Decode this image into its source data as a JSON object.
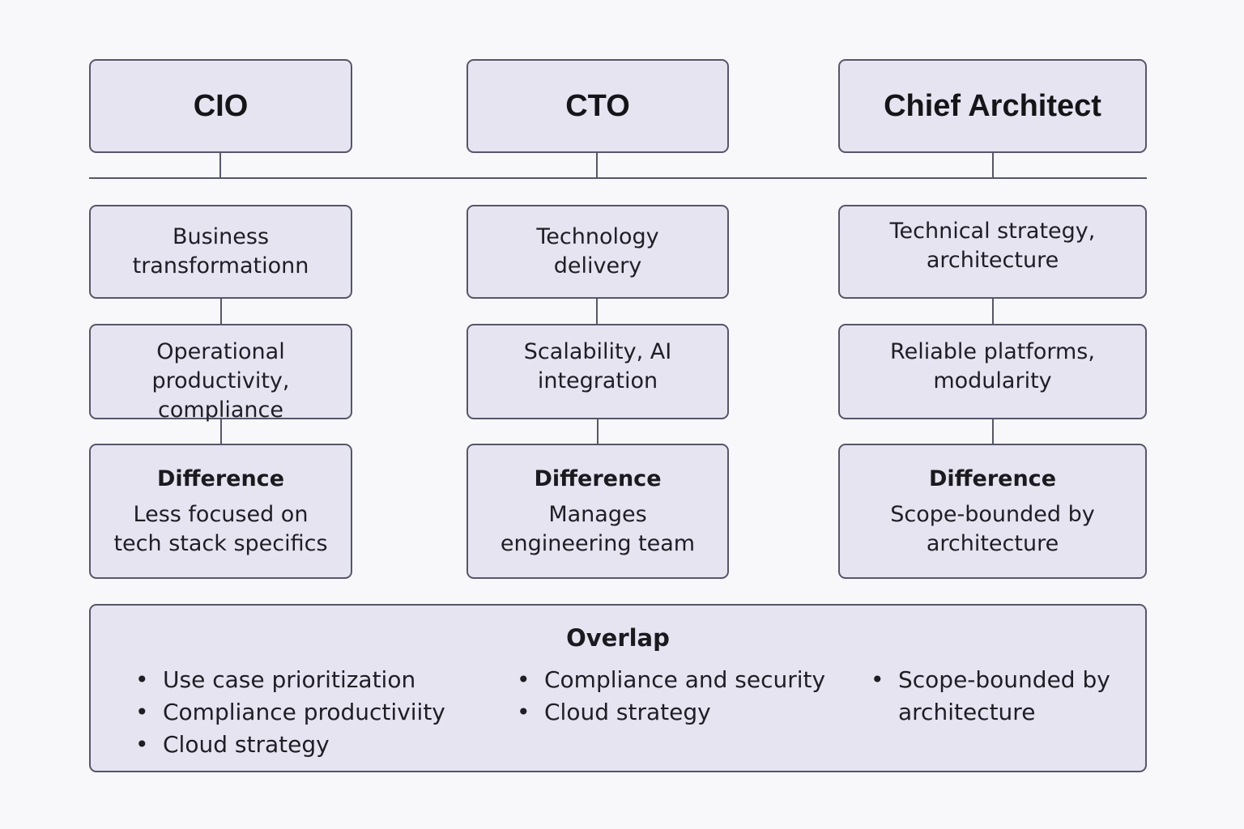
{
  "roles": [
    {
      "title": "CIO",
      "focus": "Business transformationn",
      "priorities": "Operational productivity, compliance",
      "difference_title": "Difference",
      "difference_text": "Less focused on tech stack specifics"
    },
    {
      "title": "CTO",
      "focus": "Technology delivery",
      "priorities": "Scalability, AI integration",
      "difference_title": "Difference",
      "difference_text": "Manages engineering team"
    },
    {
      "title": "Chief Architect",
      "focus": "Technical strategy, architecture",
      "priorities": "Reliable platforms, modularity",
      "difference_title": "Difference",
      "difference_text": "Scope-bounded by architecture"
    }
  ],
  "overlap": {
    "title": "Overlap",
    "columns": [
      [
        "Use case prioritization",
        "Compliance productiviity",
        "Cloud strategy"
      ],
      [
        "Compliance and security",
        "Cloud strategy"
      ],
      [
        "Scope-bounded by architecture"
      ]
    ]
  },
  "colors": {
    "box_fill": "#e6e4f1",
    "box_border": "#56566a",
    "background": "#f8f8fa"
  }
}
